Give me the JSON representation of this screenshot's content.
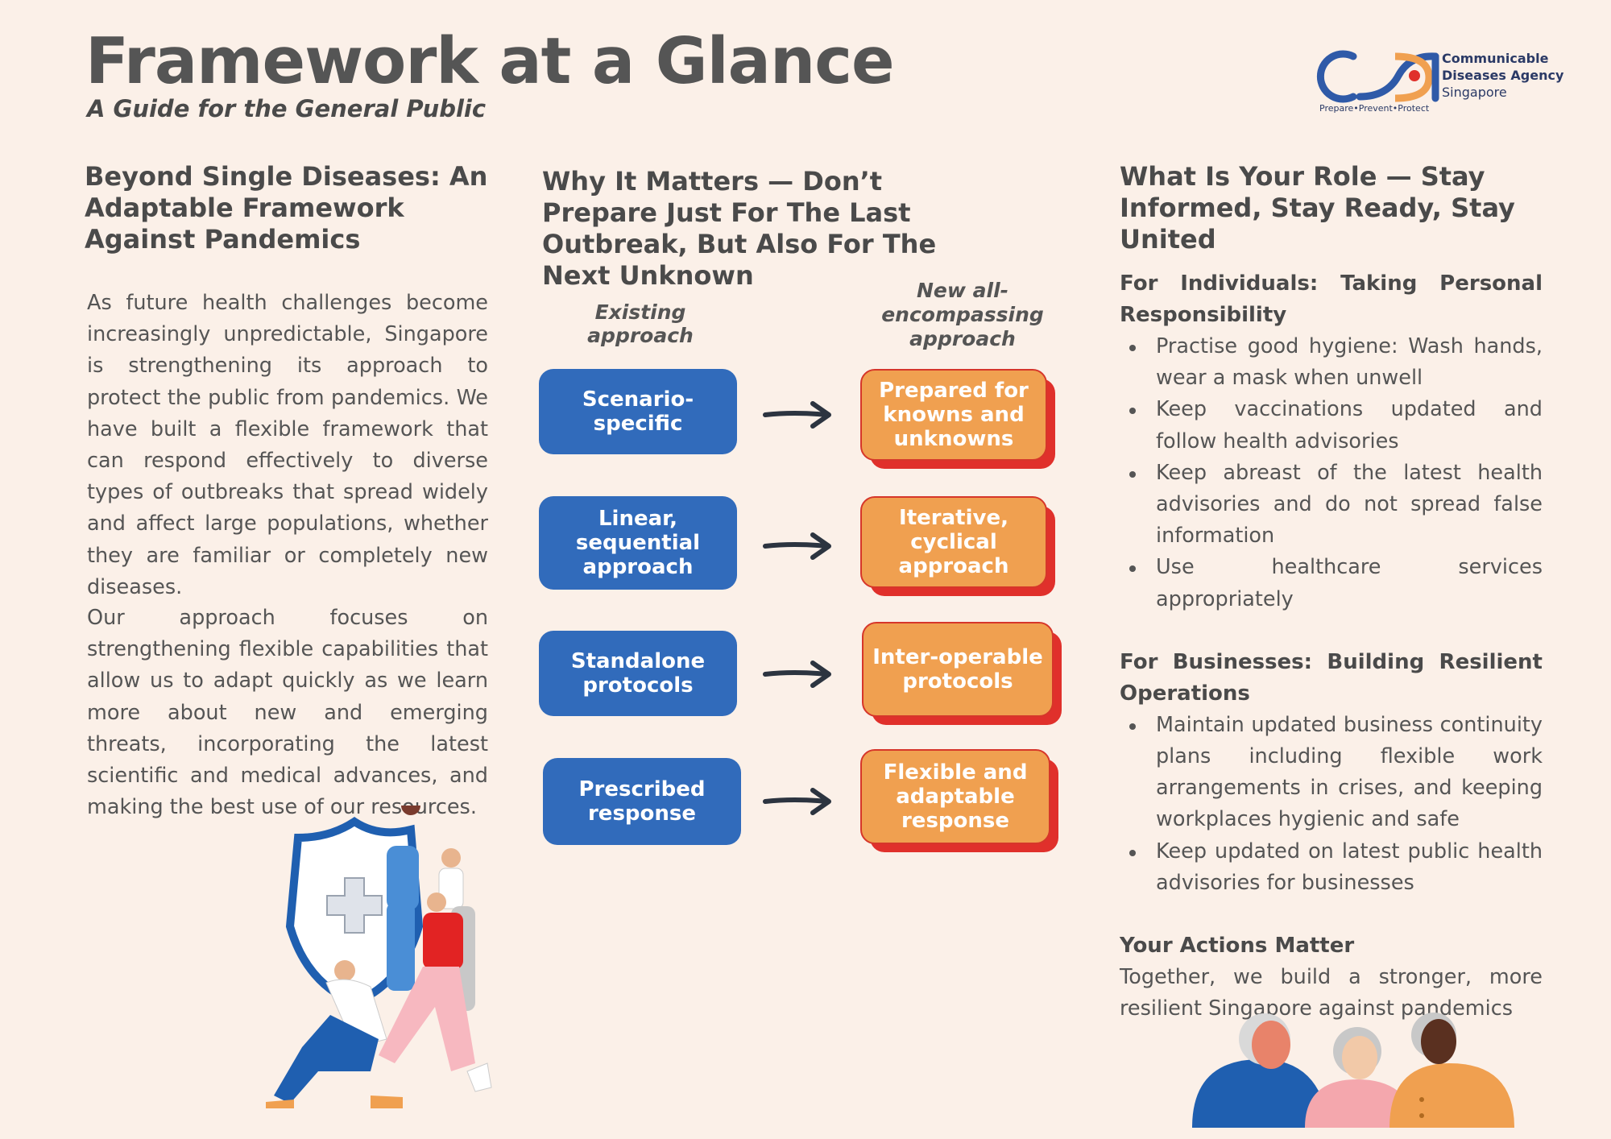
{
  "header": {
    "title": "Framework at a Glance",
    "subtitle": "A Guide for the General Public"
  },
  "logo": {
    "org_line1": "Communicable",
    "org_line2": "Diseases Agency",
    "org_line3": "Singapore",
    "tagline": "Prepare•Prevent•Protect"
  },
  "column1": {
    "heading": "Beyond Single Diseases: An Adaptable Framework Against Pandemics",
    "paragraph1": "As future health challenges become increasingly unpredictable, Singapore is strengthening its approach to protect the public from pandemics. We have built a flexible framework that can respond effectively to diverse types of outbreaks that spread widely and affect large populations, whether they are familiar or completely new diseases.",
    "paragraph2": "Our approach focuses on strengthening flexible capabilities that allow us to adapt quickly as we learn more about new and emerging threats, incorporating the latest scientific and medical advances, and making the best use of our resources."
  },
  "column2": {
    "heading": "Why It Matters — Don’t Prepare Just For The Last Outbreak, But Also For The Next Unknown",
    "existing_label": "Existing approach",
    "new_label": "New all-encompassing approach",
    "rows": [
      {
        "existing": "Scenario-specific",
        "new": "Prepared for knowns and unknowns"
      },
      {
        "existing": "Linear, sequential approach",
        "new": "Iterative, cyclical approach"
      },
      {
        "existing": "Standalone protocols",
        "new": "Inter-operable protocols"
      },
      {
        "existing": "Prescribed response",
        "new": "Flexible and adaptable response"
      }
    ]
  },
  "column3": {
    "heading": "What Is Your Role — Stay Informed, Stay Ready, Stay United",
    "individuals_heading": "For Individuals: Taking Personal Responsibility",
    "individuals_items": [
      "Practise good hygiene: Wash hands, wear a mask when unwell",
      "Keep vaccinations updated and follow health advisories",
      "Keep abreast of the latest health advisories and do not spread false information",
      "Use healthcare services appropriately"
    ],
    "businesses_heading": "For Businesses: Building Resilient Operations",
    "businesses_items": [
      "Maintain updated business continuity plans including flexible work arrangements in crises, and keeping workplaces hygienic and safe",
      "Keep updated on latest public health advisories for businesses"
    ],
    "actions_heading": "Your Actions Matter",
    "actions_text": "Together, we build a stronger, more resilient Singapore against pandemics"
  },
  "colors": {
    "background": "#fbf0e8",
    "blue_box": "#316bbb",
    "orange_box": "#f0a050",
    "red_shadow": "#e0302b",
    "text": "#555555"
  }
}
